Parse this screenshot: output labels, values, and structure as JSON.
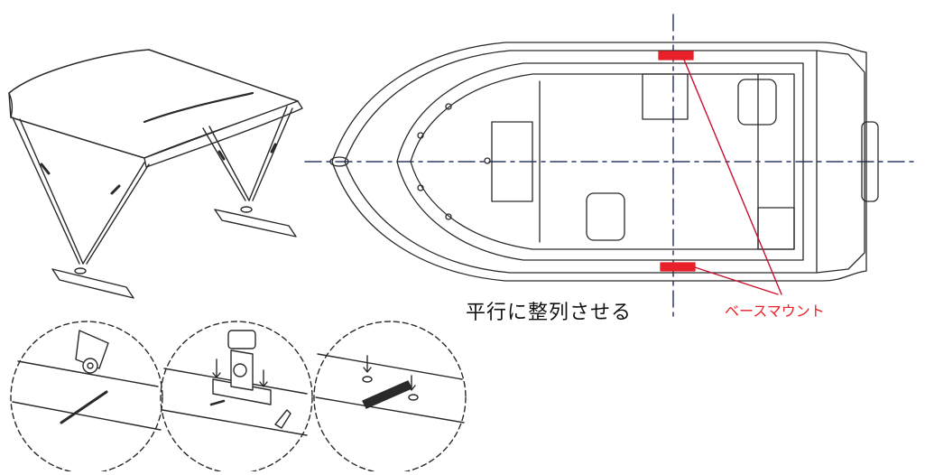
{
  "labels": {
    "align_parallel": "平行に整列させる",
    "base_mount": "ベースマウント"
  },
  "colors": {
    "line": "#2a2a2a",
    "accent_red": "#e8202a",
    "leader_red": "#c8102e"
  },
  "figures": {
    "canopy": "bimini-top-canopy-illustration",
    "boat": "boat-top-view-plan",
    "details": [
      "mount-step-1-detail",
      "mount-step-2-detail",
      "mount-step-3-detail"
    ]
  }
}
